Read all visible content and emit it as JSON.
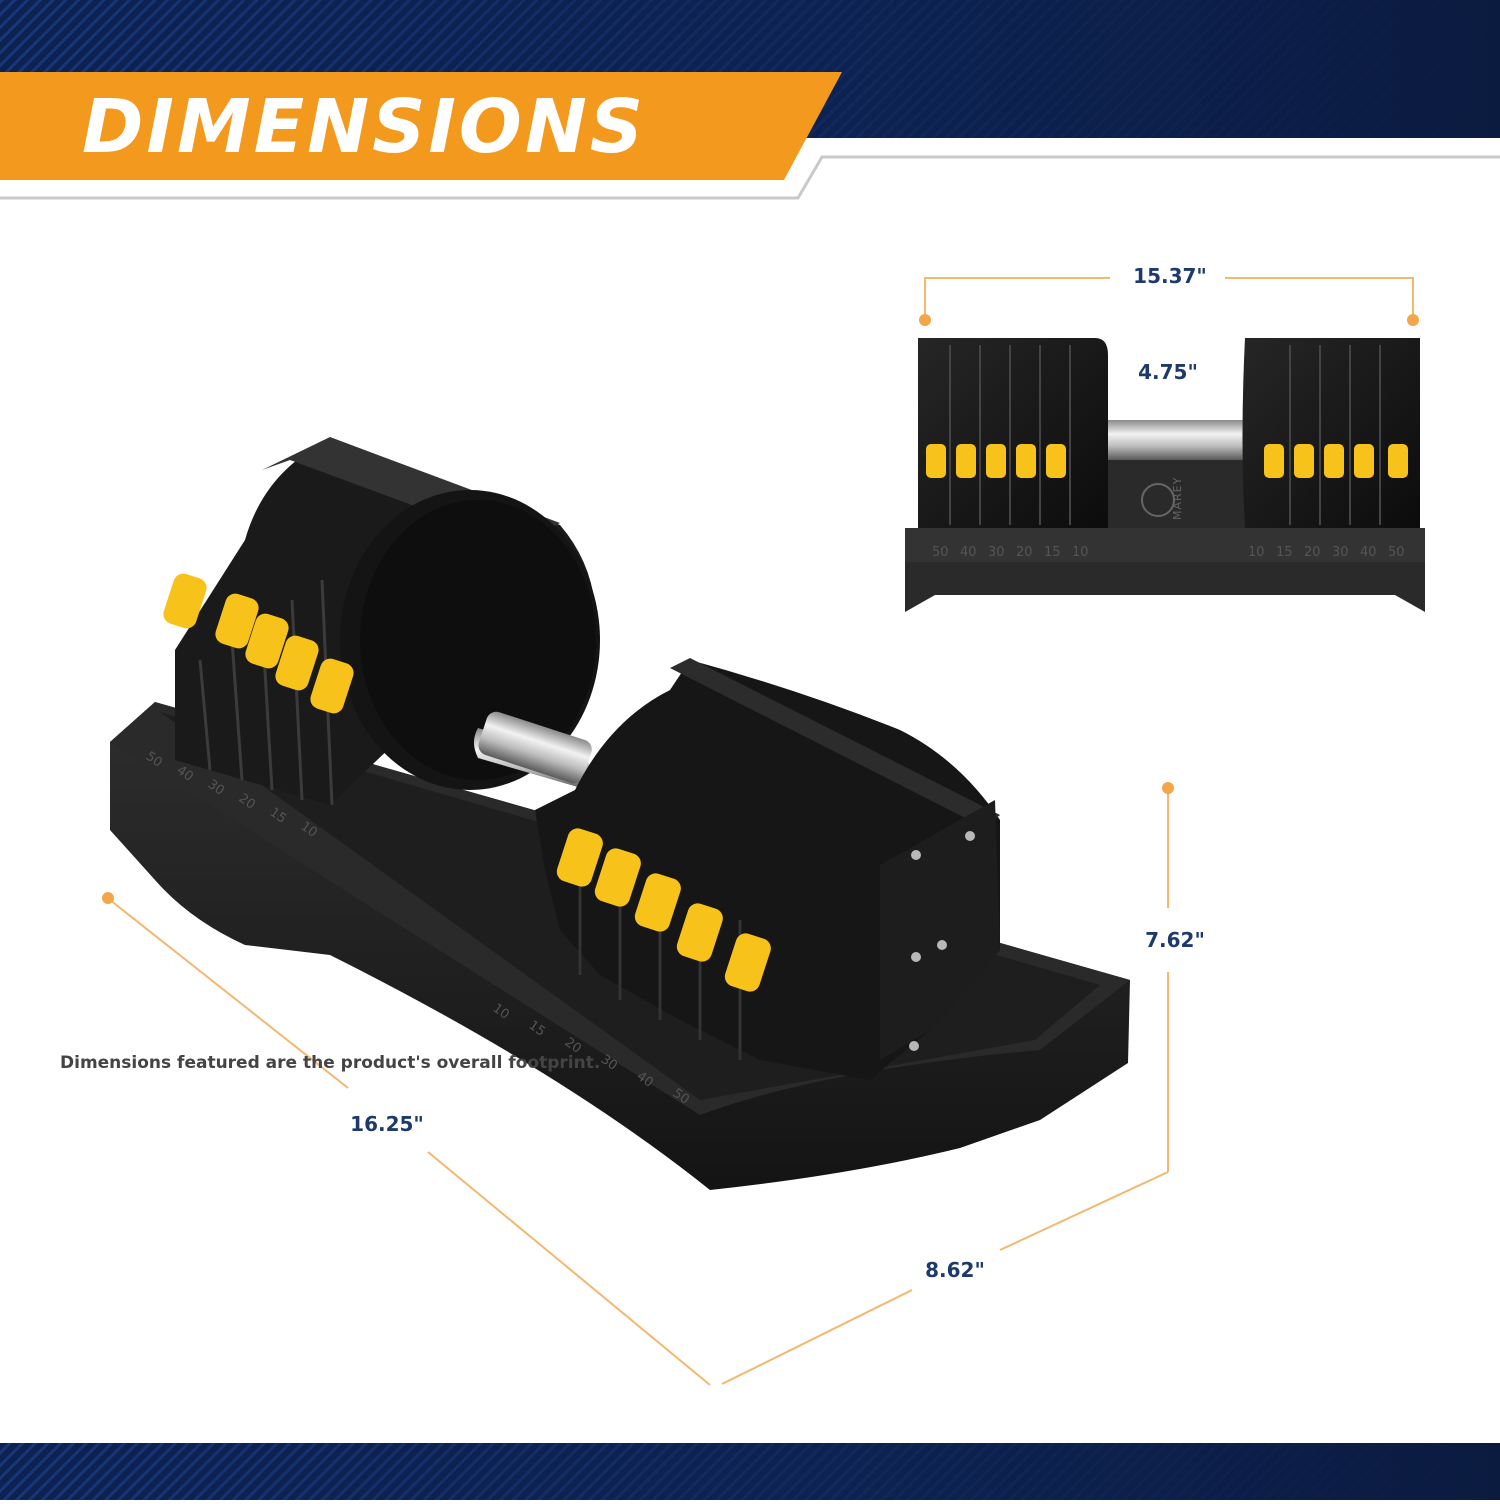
{
  "header": {
    "title": "DIMENSIONS",
    "accent_color": "#f39a1e",
    "band_color": "#0f2756"
  },
  "dimensions": {
    "overall_width": "15.37\"",
    "handle_gap": "4.75\"",
    "height": "7.62\"",
    "length": "16.25\"",
    "depth": "8.62\""
  },
  "weight_scale": [
    "50",
    "40",
    "30",
    "20",
    "15",
    "10"
  ],
  "weight_scale_ascending": [
    "10",
    "15",
    "20",
    "30",
    "40",
    "50"
  ],
  "brand": "MAREY",
  "footnote": "Dimensions featured are the product's overall footprint.",
  "product": {
    "knob_color": "#f7c31a",
    "body_color": "#1f1f1f"
  }
}
